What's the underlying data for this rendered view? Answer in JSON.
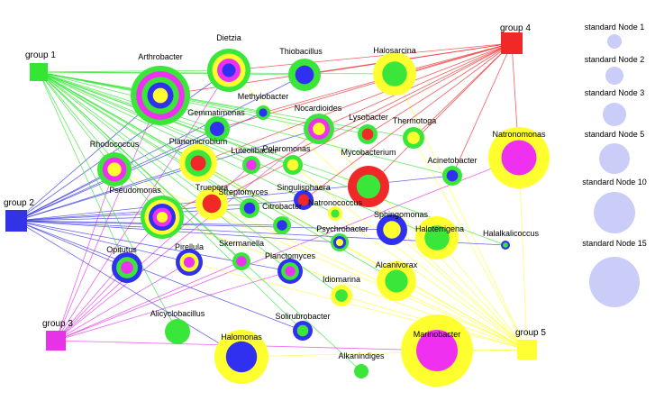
{
  "groups": [
    {
      "id": "g1",
      "label": "group 1",
      "color": "#33e633"
    },
    {
      "id": "g2",
      "label": "group 2",
      "color": "#3333e6"
    },
    {
      "id": "g3",
      "label": "group 3",
      "color": "#e633e6"
    },
    {
      "id": "g4",
      "label": "group 4",
      "color": "#f02828"
    },
    {
      "id": "g5",
      "label": "group 5",
      "color": "#ffff33"
    }
  ],
  "nodes": [
    {
      "label": "Arthrobacter",
      "rings": [
        "#3ae63a",
        "#f030f0",
        "#3ae63a",
        "#3030f0",
        "#ffff30"
      ]
    },
    {
      "label": "Dietzia",
      "rings": [
        "#3ae63a",
        "#ffff30",
        "#f030f0",
        "#3030f0"
      ]
    },
    {
      "label": "Thiobacillus",
      "rings": [
        "#3ae63a",
        "#3030f0"
      ]
    },
    {
      "label": "Halosarcina",
      "rings": [
        "#ffff30",
        "#3ae63a"
      ]
    },
    {
      "label": "Methylobacter",
      "rings": [
        "#3ae63a",
        "#3030f0"
      ]
    },
    {
      "label": "Gemmatimonas",
      "rings": [
        "#3ae63a",
        "#3030f0"
      ]
    },
    {
      "label": "Nocardioides",
      "rings": [
        "#3ae63a",
        "#f030f0",
        "#ffff30"
      ]
    },
    {
      "label": "Lysobacter",
      "rings": [
        "#3ae63a",
        "#f02828"
      ]
    },
    {
      "label": "Thermotoga",
      "rings": [
        "#3ae63a",
        "#ffff30"
      ]
    },
    {
      "label": "Natronomonas",
      "rings": [
        "#ffff30",
        "#f030f0"
      ]
    },
    {
      "label": "Rhodococcus",
      "rings": [
        "#3ae63a",
        "#f030f0",
        "#ffff30"
      ]
    },
    {
      "label": "Planomicrobium",
      "rings": [
        "#ffff30",
        "#3ae63a",
        "#f02828"
      ]
    },
    {
      "label": "Luteolibacter",
      "rings": [
        "#3ae63a",
        "#f030f0"
      ]
    },
    {
      "label": "Polaromonas",
      "rings": [
        "#3ae63a",
        "#ffff30"
      ]
    },
    {
      "label": "Mycobacterium",
      "rings": [
        "#f02828",
        "#3ae63a"
      ]
    },
    {
      "label": "Acinetobacter",
      "rings": [
        "#3ae63a",
        "#3030f0"
      ]
    },
    {
      "label": "Pseudomonas",
      "rings": [
        "#3ae63a",
        "#ffff30",
        "#3030f0",
        "#f030f0",
        "#ffff30"
      ]
    },
    {
      "label": "Truepera",
      "rings": [
        "#ffff30",
        "#f02828"
      ]
    },
    {
      "label": "Streptomyces",
      "rings": [
        "#3ae63a",
        "#3030f0"
      ]
    },
    {
      "label": "Singulisphaera",
      "rings": [
        "#3030f0",
        "#f02828"
      ]
    },
    {
      "label": "Natronococcus",
      "rings": [
        "#ffff30",
        "#3ae63a"
      ]
    },
    {
      "label": "Citrobacter",
      "rings": [
        "#3ae63a",
        "#3030f0"
      ]
    },
    {
      "label": "Sphingomonas",
      "rings": [
        "#3030f0",
        "#ffff30"
      ]
    },
    {
      "label": "Haloterrigena",
      "rings": [
        "#ffff30",
        "#3ae63a"
      ]
    },
    {
      "label": "Halalkalicoccus",
      "rings": [
        "#3030f0",
        "#3ae63a"
      ]
    },
    {
      "label": "Psychrobacter",
      "rings": [
        "#3ae63a",
        "#3030f0",
        "#ffff30"
      ]
    },
    {
      "label": "Opitutus",
      "rings": [
        "#3030f0",
        "#3ae63a",
        "#f030f0"
      ]
    },
    {
      "label": "Pirellula",
      "rings": [
        "#3030f0",
        "#ffff30",
        "#f030f0"
      ]
    },
    {
      "label": "Skermanella",
      "rings": [
        "#3ae63a",
        "#f030f0"
      ]
    },
    {
      "label": "Planctomyces",
      "rings": [
        "#3030f0",
        "#3ae63a",
        "#f030f0"
      ]
    },
    {
      "label": "Alcanivorax",
      "rings": [
        "#ffff30",
        "#3ae63a"
      ]
    },
    {
      "label": "Idiomarina",
      "rings": [
        "#ffff30",
        "#3ae63a"
      ]
    },
    {
      "label": "Alicyclobacillus",
      "rings": [
        "#3ae63a"
      ]
    },
    {
      "label": "Solirubrobacter",
      "rings": [
        "#3030f0",
        "#3ae63a"
      ]
    },
    {
      "label": "Halomonas",
      "rings": [
        "#ffff30",
        "#3030f0"
      ]
    },
    {
      "label": "Marinobacter",
      "rings": [
        "#ffff30",
        "#f030f0"
      ]
    },
    {
      "label": "Alkanindiges",
      "rings": [
        "#3ae63a"
      ]
    }
  ],
  "legend": [
    {
      "label": "standard Node 1"
    },
    {
      "label": "standard Node 2"
    },
    {
      "label": "standard Node 3"
    },
    {
      "label": "standard Node 5"
    },
    {
      "label": "standard Node 10"
    },
    {
      "label": "standard Node 15"
    }
  ],
  "legend_color": "#c9cdf7",
  "edge_colors": {
    "g1": "#33e633",
    "g2": "#3333e6",
    "g3": "#e633e6",
    "g4": "#f02828",
    "g5": "#ffff33"
  }
}
